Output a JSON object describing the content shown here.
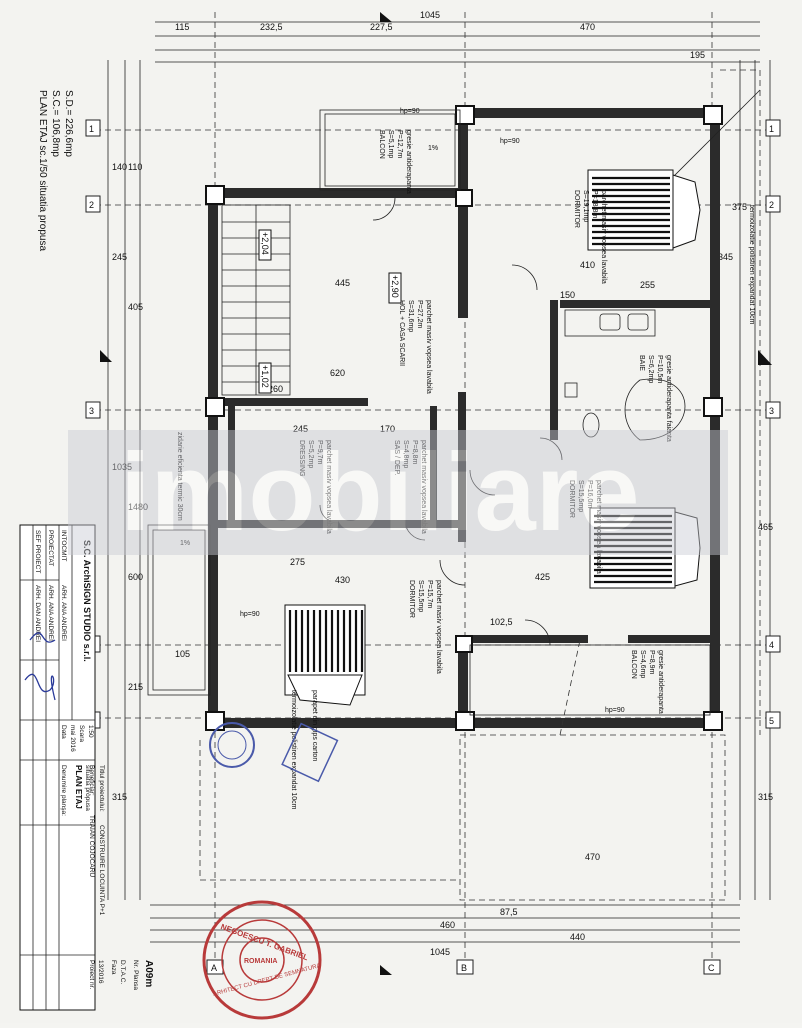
{
  "drawing": {
    "title": "PLAN ETAJ sc.1/50  situatia propusa",
    "sc": "S.C.= 106,8mp",
    "sd": "S.D.= 226,6mp",
    "watermark": "imobiliare"
  },
  "axes": {
    "numbers": [
      "1",
      "2",
      "3",
      "4",
      "5"
    ],
    "letters": [
      "A",
      "B",
      "C"
    ]
  },
  "dimensions": {
    "top_total": "1045",
    "top_parts": [
      "232,5",
      "227,5",
      "470",
      "115",
      "195"
    ],
    "bottom_total": "1045",
    "bottom_parts": [
      "87,5",
      "460",
      "440",
      "470"
    ],
    "left_parts": [
      "140",
      "110",
      "245",
      "405",
      "1035",
      "1480",
      "600",
      "215",
      "315"
    ],
    "misc": [
      "345",
      "375",
      "465",
      "315",
      "410",
      "255",
      "445",
      "170",
      "430",
      "275",
      "425",
      "105",
      "102,5",
      "620",
      "260",
      "245",
      "150"
    ]
  },
  "rooms": [
    {
      "name": "BALCON",
      "area": "S=5,1mp",
      "perimeter": "P=12,7m",
      "finish": "gresie antiderapanta"
    },
    {
      "name": "DORMITOR",
      "area": "S=19,1mp",
      "perimeter": "P=18,8m",
      "finish": "parchet masiv vopsea lavabila"
    },
    {
      "name": "HOL + CASA SCARII",
      "area": "S=31,6mp",
      "perimeter": "P=27,2m",
      "finish": "parchet masiv vopsea lavabila"
    },
    {
      "name": "BAIE",
      "area": "S=6,2mp",
      "perimeter": "P=10,5m",
      "finish": "gresie antiderapanta faianta"
    },
    {
      "name": "DRESSING",
      "area": "S=5,2mp",
      "perimeter": "P=9,7m",
      "finish": "parchet masiv vopsea lavabila"
    },
    {
      "name": "SAS / DEP.",
      "area": "S=4,8mp",
      "perimeter": "P=8,8m",
      "finish": "parchet masiv vopsea lavabila"
    },
    {
      "name": "DORMITOR",
      "area": "S=15,5mp",
      "perimeter": "P=16,0m",
      "finish": "parchet masiv vopsea lavabila"
    },
    {
      "name": "DORMITOR",
      "area": "S=15,5mp",
      "perimeter": "P=15,7m",
      "finish": "parchet masiv vopsea lavabila"
    },
    {
      "name": "BALCON",
      "area": "S=4,6mp",
      "perimeter": "P=8,9m",
      "finish": "gresie antiderapanta"
    }
  ],
  "levels": [
    "+2,90",
    "+2,04",
    "+1,02"
  ],
  "notes": [
    "termoizolatie polistiren expandat 10cm",
    "zidarie eficienta termic 30cm",
    "parapet din gips carton",
    "hp=90",
    "1%"
  ],
  "title_block": {
    "company": "S.C. ArchiSIGN STUDIO s.r.l.",
    "roles": [
      {
        "role": "INTOCMIT",
        "name": "ARH. ANA ANDREI"
      },
      {
        "role": "PROIECTAT",
        "name": "ARH. ANA ANDREI"
      },
      {
        "role": "SEF PROIECT",
        "name": "ARH. DAN ANDREI"
      }
    ],
    "scale_label": "Scara",
    "scale": "1:50",
    "date_label": "Data",
    "date": "mai 2016",
    "sheet_label": "Denumire planşa:",
    "sheet_name": "PLAN ETAJ",
    "sheet_sub": "situatia propusa",
    "beneficiar_label": "Beneficiar:",
    "beneficiar": "TRAIAN COJOCARU",
    "project_label": "Titlul proiectului:",
    "project": "CONSTRUIRE LOCUINTA P+1",
    "project_no_label": "Proiect nr.",
    "project_no": "13/2016",
    "phase_label": "Faza",
    "phase": "D.T.A.C.",
    "plan_no_label": "Nr. Plansa",
    "plan_no": "A09m"
  },
  "stamp": {
    "outer": "NEGOESCU T. GABRIEL",
    "inner": "ROMANIA",
    "arch": "ARHITECT CU DREPT DE SEMNATURA"
  }
}
